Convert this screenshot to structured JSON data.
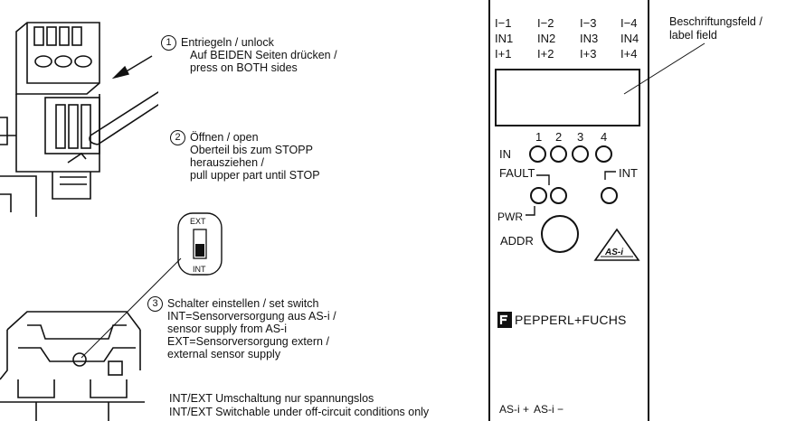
{
  "steps": [
    {
      "num": "1",
      "lines": [
        "Entriegeln / unlock",
        "Auf BEIDEN Seiten drücken /",
        "press on BOTH sides"
      ]
    },
    {
      "num": "2",
      "lines": [
        "Öffnen / open",
        "Oberteil bis zum STOPP",
        "herausziehen /",
        "pull upper part until STOP"
      ]
    },
    {
      "num": "3",
      "lines": [
        "Schalter einstellen / set switch",
        "INT=Sensorversorgung aus AS-i /",
        "sensor supply from AS-i",
        "EXT=Sensorversorgung extern /",
        "external sensor supply"
      ]
    }
  ],
  "switch": {
    "top_label": "EXT",
    "bottom_label": "INT"
  },
  "notes": [
    "INT/EXT Umschaltung nur spannungslos",
    "INT/EXT Switchable under off-circuit conditions only"
  ],
  "module": {
    "io_rows": [
      [
        "I−1",
        "I−2",
        "I−3",
        "I−4"
      ],
      [
        "IN1",
        "IN2",
        "IN3",
        "IN4"
      ],
      [
        "I+1",
        "I+2",
        "I+3",
        "I+4"
      ]
    ],
    "label_field": [
      "Beschriftungsfeld /",
      "label field"
    ],
    "led_numbers": [
      "1",
      "2",
      "3",
      "4"
    ],
    "in_label": "IN",
    "fault_label": "FAULT",
    "int_label": "INT",
    "pwr_label": "PWR",
    "addr_label": "ADDR",
    "logo_text": "AS-i",
    "brand": "PEPPERL+FUCHS",
    "bottom_labels": [
      "AS-i +",
      "AS-i −"
    ]
  }
}
